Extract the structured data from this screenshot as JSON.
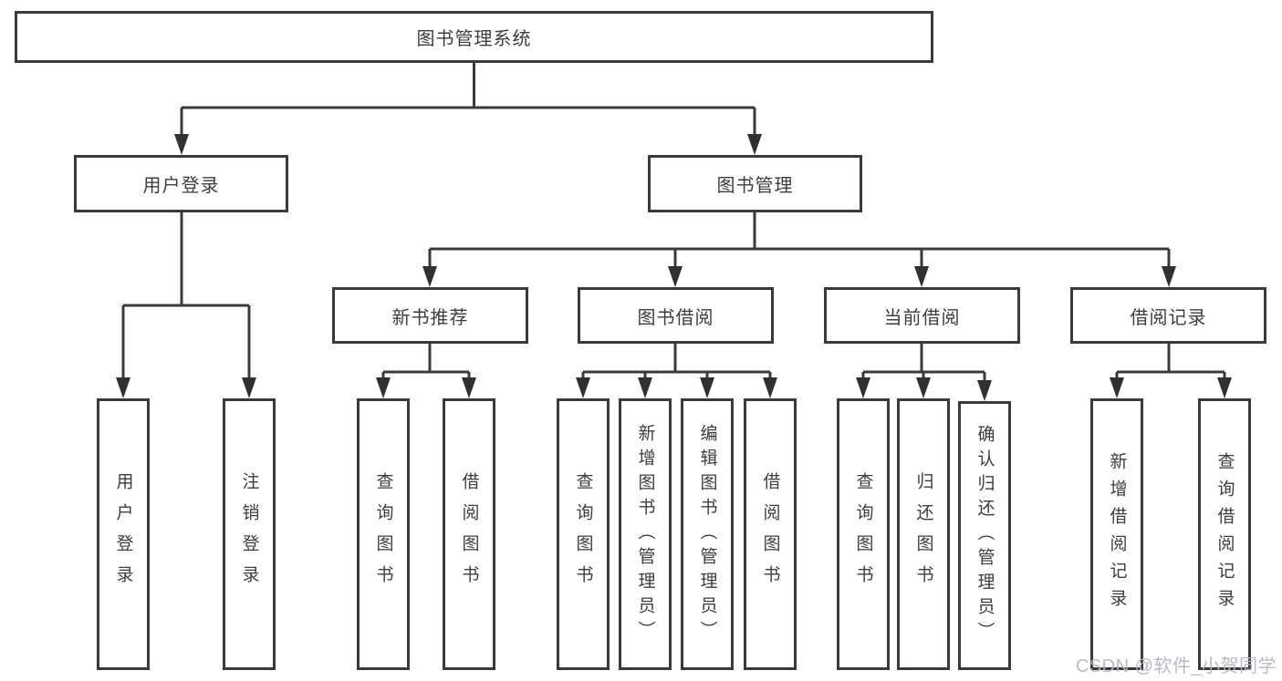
{
  "diagram": {
    "type": "hierarchy-tree",
    "colors": {
      "line": "#3a3a3a",
      "box_border": "#3a3a3a",
      "text": "#3d3d3d",
      "background": "#ffffff",
      "watermark": "#b6b6c0"
    },
    "tree": {
      "label": "图书管理系统",
      "children": [
        {
          "label": "用户登录",
          "children": [
            {
              "label": "用户登录"
            },
            {
              "label": "注销登录"
            }
          ]
        },
        {
          "label": "图书管理",
          "children": [
            {
              "label": "新书推荐",
              "children": [
                {
                  "label": "查询图书"
                },
                {
                  "label": "借阅图书"
                }
              ]
            },
            {
              "label": "图书借阅",
              "children": [
                {
                  "label": "查询图书"
                },
                {
                  "label": "新增图书（管理员）"
                },
                {
                  "label": "编辑图书（管理员）"
                },
                {
                  "label": "借阅图书"
                }
              ]
            },
            {
              "label": "当前借阅",
              "children": [
                {
                  "label": "查询图书"
                },
                {
                  "label": "归还图书"
                },
                {
                  "label": "确认归还（管理员）"
                }
              ]
            },
            {
              "label": "借阅记录",
              "children": [
                {
                  "label": "新增借阅记录"
                },
                {
                  "label": "查询借阅记录"
                }
              ]
            }
          ]
        }
      ]
    },
    "watermark": {
      "text": "CSDN @软件_小贺同学"
    }
  }
}
